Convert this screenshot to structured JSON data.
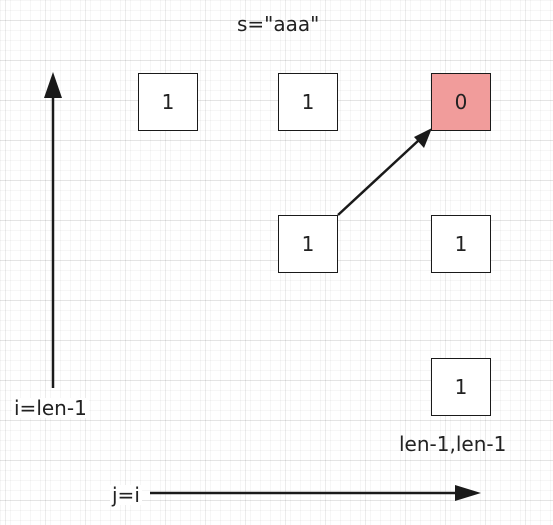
{
  "title": "s=\"aaa\"",
  "axes": {
    "vertical_label": "i=len-1",
    "horizontal_label": "j=i"
  },
  "cells": [
    {
      "id": "r0c0",
      "value": "1",
      "fill": "#ffffff"
    },
    {
      "id": "r0c1",
      "value": "1",
      "fill": "#ffffff"
    },
    {
      "id": "r0c2",
      "value": "0",
      "fill": "#f19c9b"
    },
    {
      "id": "r1c1",
      "value": "1",
      "fill": "#ffffff"
    },
    {
      "id": "r1c2",
      "value": "1",
      "fill": "#ffffff"
    },
    {
      "id": "r2c2",
      "value": "1",
      "fill": "#ffffff"
    }
  ],
  "corner_label": "len-1,len-1",
  "colors": {
    "highlight": "#f19c9b",
    "stroke": "#1a1a1a"
  }
}
